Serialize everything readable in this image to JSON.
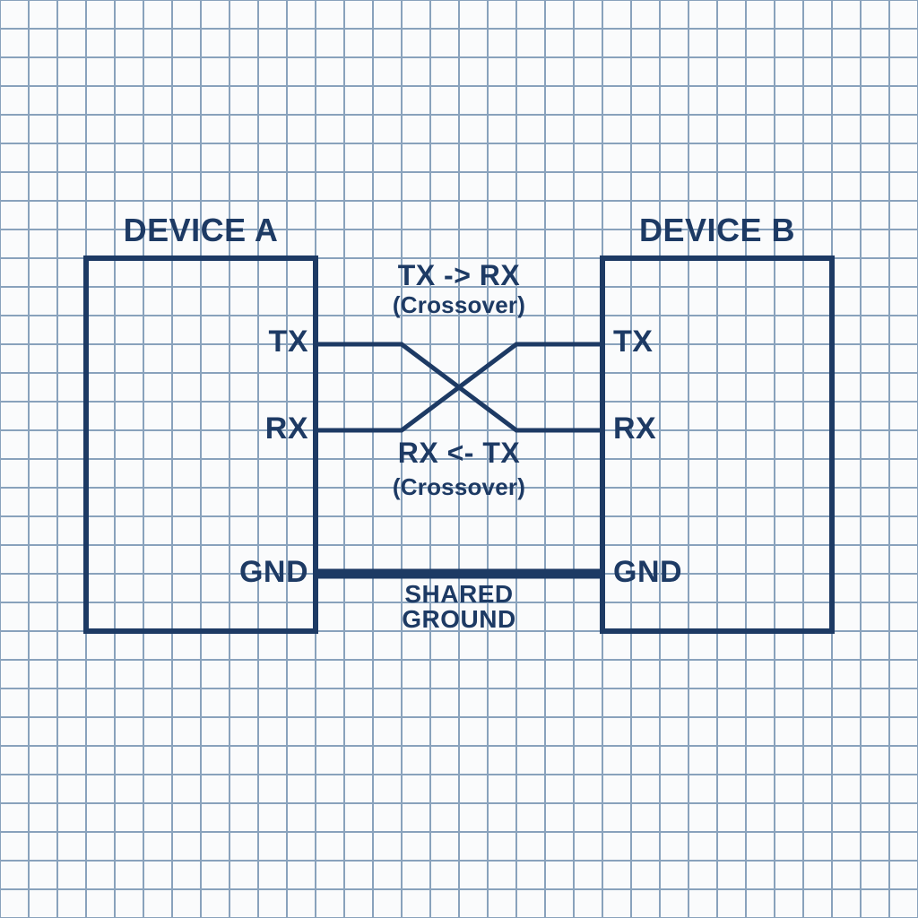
{
  "colors": {
    "ink": "#1d3a64",
    "grid": "#89a2bc",
    "paper": "#fafbfc"
  },
  "device_a": {
    "title": "DEVICE A",
    "pins": {
      "tx": "TX",
      "rx": "RX",
      "gnd": "GND"
    }
  },
  "device_b": {
    "title": "DEVICE B",
    "pins": {
      "tx": "TX",
      "rx": "RX",
      "gnd": "GND"
    }
  },
  "connections": {
    "tx_to_rx": {
      "label": "TX -> RX",
      "sublabel": "(Crossover)"
    },
    "rx_from_tx": {
      "label": "RX <- TX",
      "sublabel": "(Crossover)"
    },
    "ground": {
      "line1": "SHARED",
      "line2": "GROUND"
    }
  }
}
